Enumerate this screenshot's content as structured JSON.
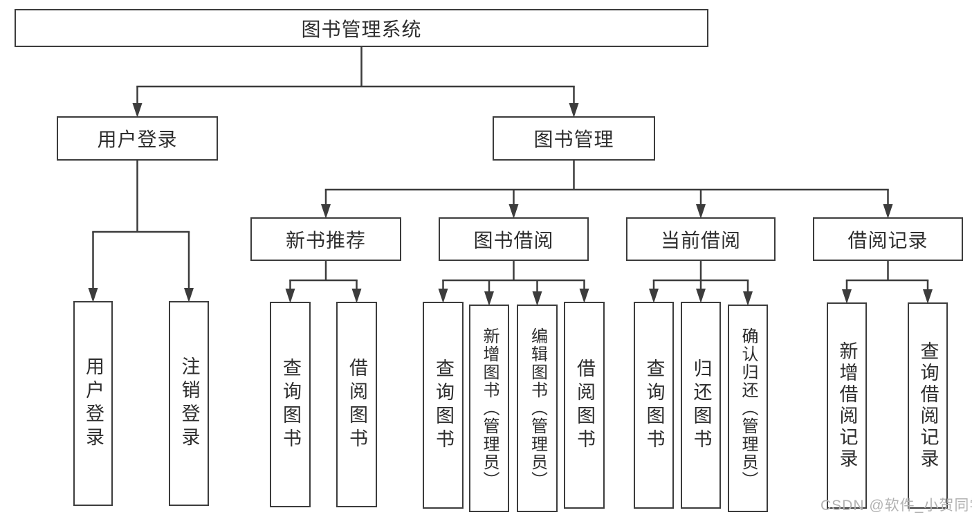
{
  "diagram": {
    "title": "图书管理系统",
    "colors": {
      "line": "#3c3c3c",
      "box_border": "#3c3c3c",
      "text": "#2d2d2d",
      "background": "#ffffff",
      "watermark": "#b2b2b2"
    },
    "nodes": {
      "root": {
        "label": "图书管理系统"
      },
      "user_login": {
        "label": "用户登录"
      },
      "book_mgmt": {
        "label": "图书管理"
      },
      "new_book_rec": {
        "label": "新书推荐"
      },
      "book_borrow": {
        "label": "图书借阅"
      },
      "current_borrow": {
        "label": "当前借阅"
      },
      "borrow_records": {
        "label": "借阅记录"
      },
      "user_login_leaf": {
        "label": "用户登录"
      },
      "logout": {
        "label": "注销登录"
      },
      "query_book_1": {
        "label": "查询图书"
      },
      "borrow_book_1": {
        "label": "借阅图书"
      },
      "query_book_2": {
        "label": "查询图书"
      },
      "add_book_admin": {
        "label": "新增图书（管理员）"
      },
      "edit_book_admin": {
        "label": "编辑图书（管理员）"
      },
      "borrow_book_2": {
        "label": "借阅图书"
      },
      "query_book_3": {
        "label": "查询图书"
      },
      "return_book": {
        "label": "归还图书"
      },
      "confirm_return_admin": {
        "label": "确认归还（管理员）"
      },
      "add_borrow_record": {
        "label": "新增借阅记录"
      },
      "query_borrow_record": {
        "label": "查询借阅记录"
      }
    },
    "edges": [
      {
        "from": "root",
        "to": [
          "user_login",
          "book_mgmt"
        ]
      },
      {
        "from": "user_login",
        "to": [
          "user_login_leaf",
          "logout"
        ]
      },
      {
        "from": "book_mgmt",
        "to": [
          "new_book_rec",
          "book_borrow",
          "current_borrow",
          "borrow_records"
        ]
      },
      {
        "from": "new_book_rec",
        "to": [
          "query_book_1",
          "borrow_book_1"
        ]
      },
      {
        "from": "book_borrow",
        "to": [
          "query_book_2",
          "add_book_admin",
          "edit_book_admin",
          "borrow_book_2"
        ]
      },
      {
        "from": "current_borrow",
        "to": [
          "query_book_3",
          "return_book",
          "confirm_return_admin"
        ]
      },
      {
        "from": "borrow_records",
        "to": [
          "add_borrow_record",
          "query_borrow_record"
        ]
      }
    ],
    "watermark": "CSDN @软件_小贺同学"
  }
}
